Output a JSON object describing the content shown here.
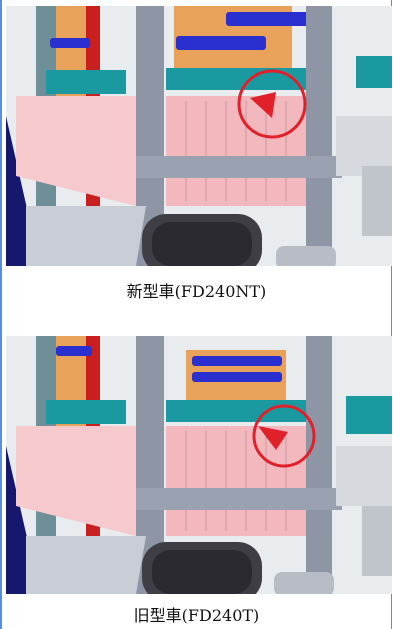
{
  "figures": [
    {
      "caption": "新型車(FD240NT)"
    },
    {
      "caption": "旧型車(FD240T)"
    }
  ],
  "colors": {
    "border": "#5b8ee0",
    "teal": "#1a9aa0",
    "pink": "#f3b8bd",
    "orange": "#e8a25a",
    "grey": "#8e96a6",
    "navy": "#16186e",
    "blue": "#2a2fd0",
    "red_marker": "#e0202a"
  },
  "icons": [
    "red-circle-marker"
  ]
}
